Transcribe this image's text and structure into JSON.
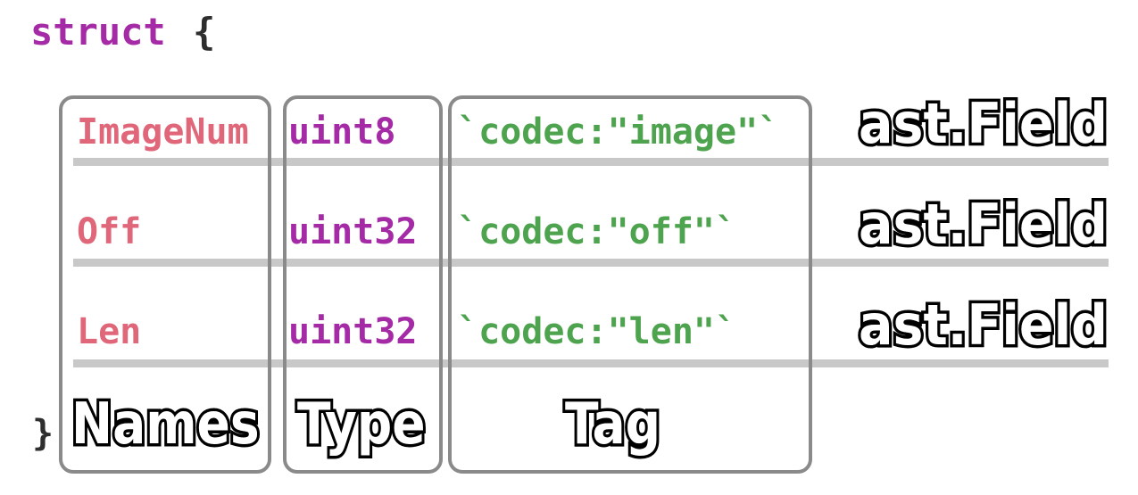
{
  "code": {
    "struct_keyword": "struct",
    "open_brace": "{",
    "close_brace": "}"
  },
  "fields": [
    {
      "name": "ImageNum",
      "type": "uint8",
      "tag": "`codec:\"image\"`"
    },
    {
      "name": "Off",
      "type": "uint32",
      "tag": "`codec:\"off\"`"
    },
    {
      "name": "Len",
      "type": "uint32",
      "tag": "`codec:\"len\"`"
    }
  ],
  "row_label": "ast.Field",
  "column_labels": {
    "names": "Names",
    "type": "Type",
    "tag": "Tag"
  },
  "colors": {
    "keyword": "#a52aa5",
    "name": "#e0677a",
    "type": "#a52aa5",
    "tag": "#4ea34e",
    "box_border": "#8a8a8a",
    "rule": "#c8c8c8"
  }
}
